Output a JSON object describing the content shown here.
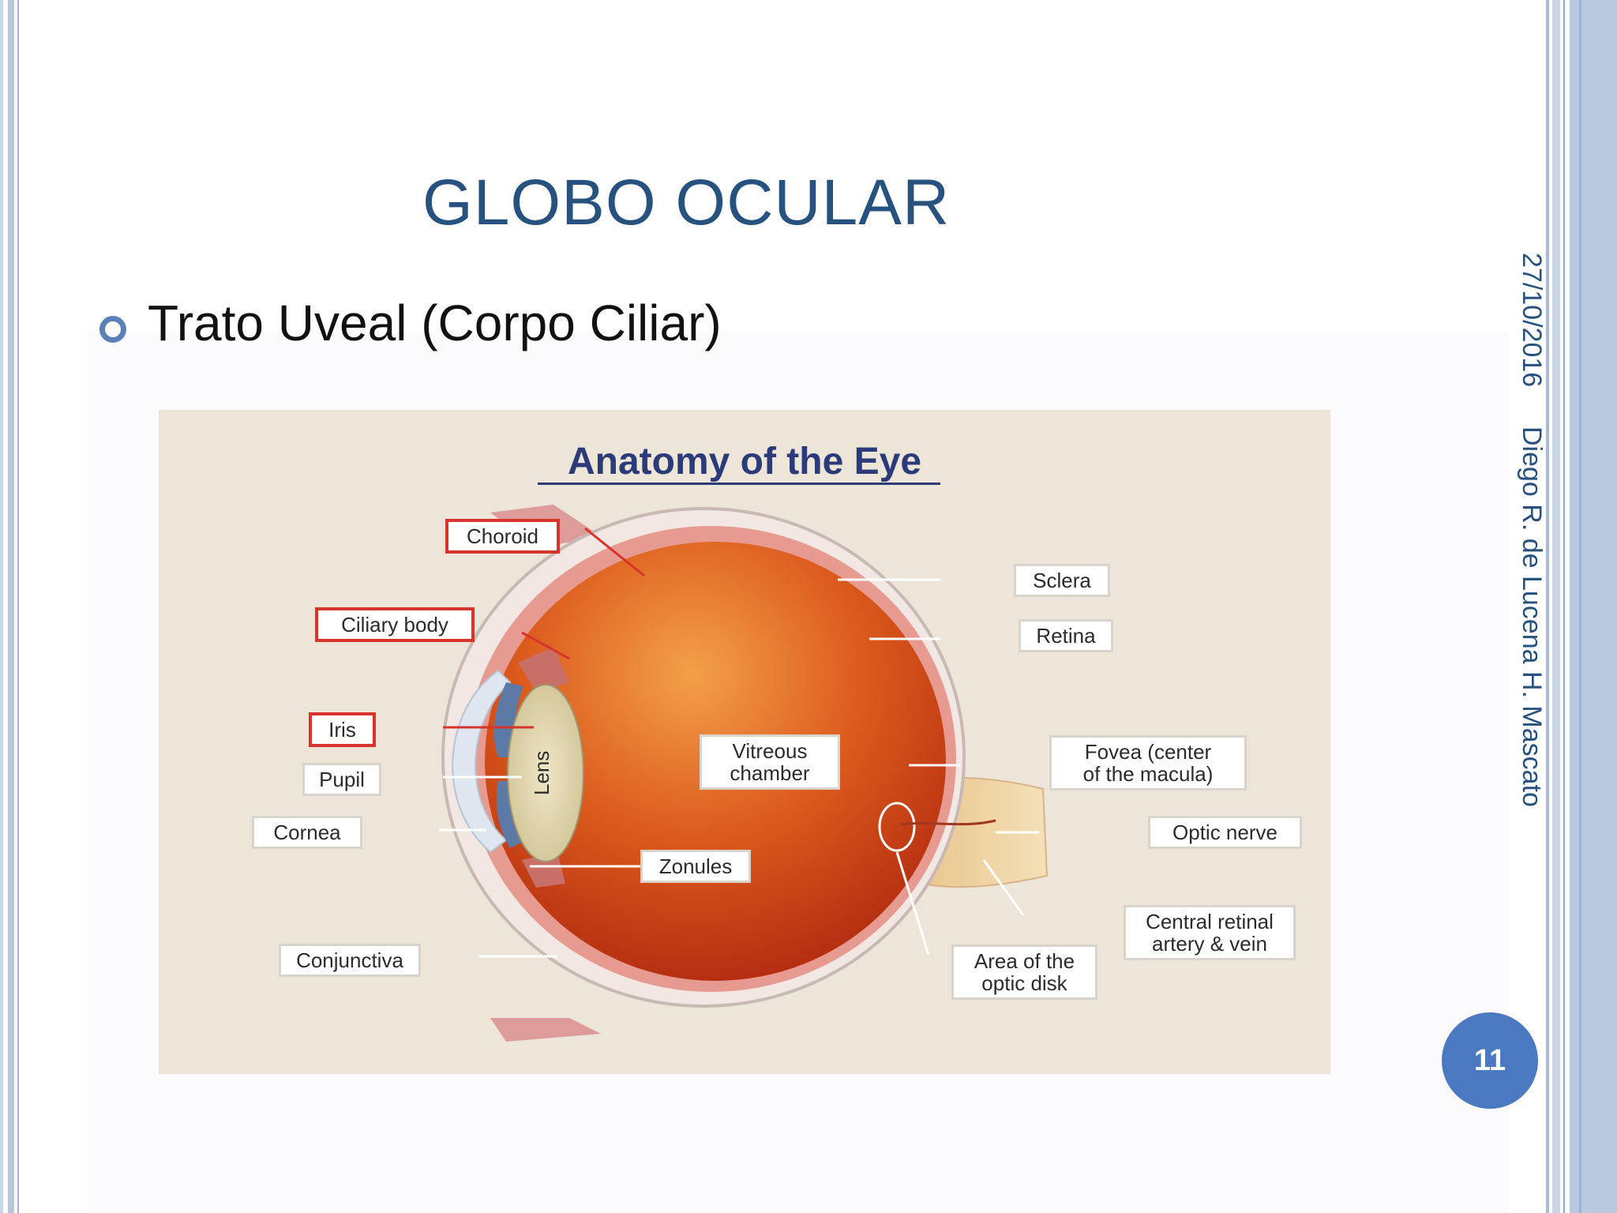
{
  "slide": {
    "title": "GLOBO OCULAR",
    "bullet": "Trato Uveal (Corpo Ciliar)",
    "date": "27/10/2016",
    "author": "Diego R. de Lucena H. Mascato",
    "page_number": "11",
    "accent_color": "#27527f",
    "page_circle_color": "#4a79c2"
  },
  "figure": {
    "title": "Anatomy of the Eye",
    "highlight_color": "#d8342c",
    "labels": {
      "choroid": "Choroid",
      "ciliary_body": "Ciliary body",
      "iris": "Iris",
      "pupil": "Pupil",
      "cornea": "Cornea",
      "conjunctiva": "Conjunctiva",
      "lens": "Lens",
      "zonules": "Zonules",
      "vitreous_line1": "Vitreous",
      "vitreous_line2": "chamber",
      "sclera": "Sclera",
      "retina": "Retina",
      "fovea_line1": "Fovea (center",
      "fovea_line2": "of the macula)",
      "optic_nerve": "Optic nerve",
      "central_line1": "Central retinal",
      "central_line2": "artery & vein",
      "optic_disk_line1": "Area of the",
      "optic_disk_line2": "optic disk"
    }
  }
}
